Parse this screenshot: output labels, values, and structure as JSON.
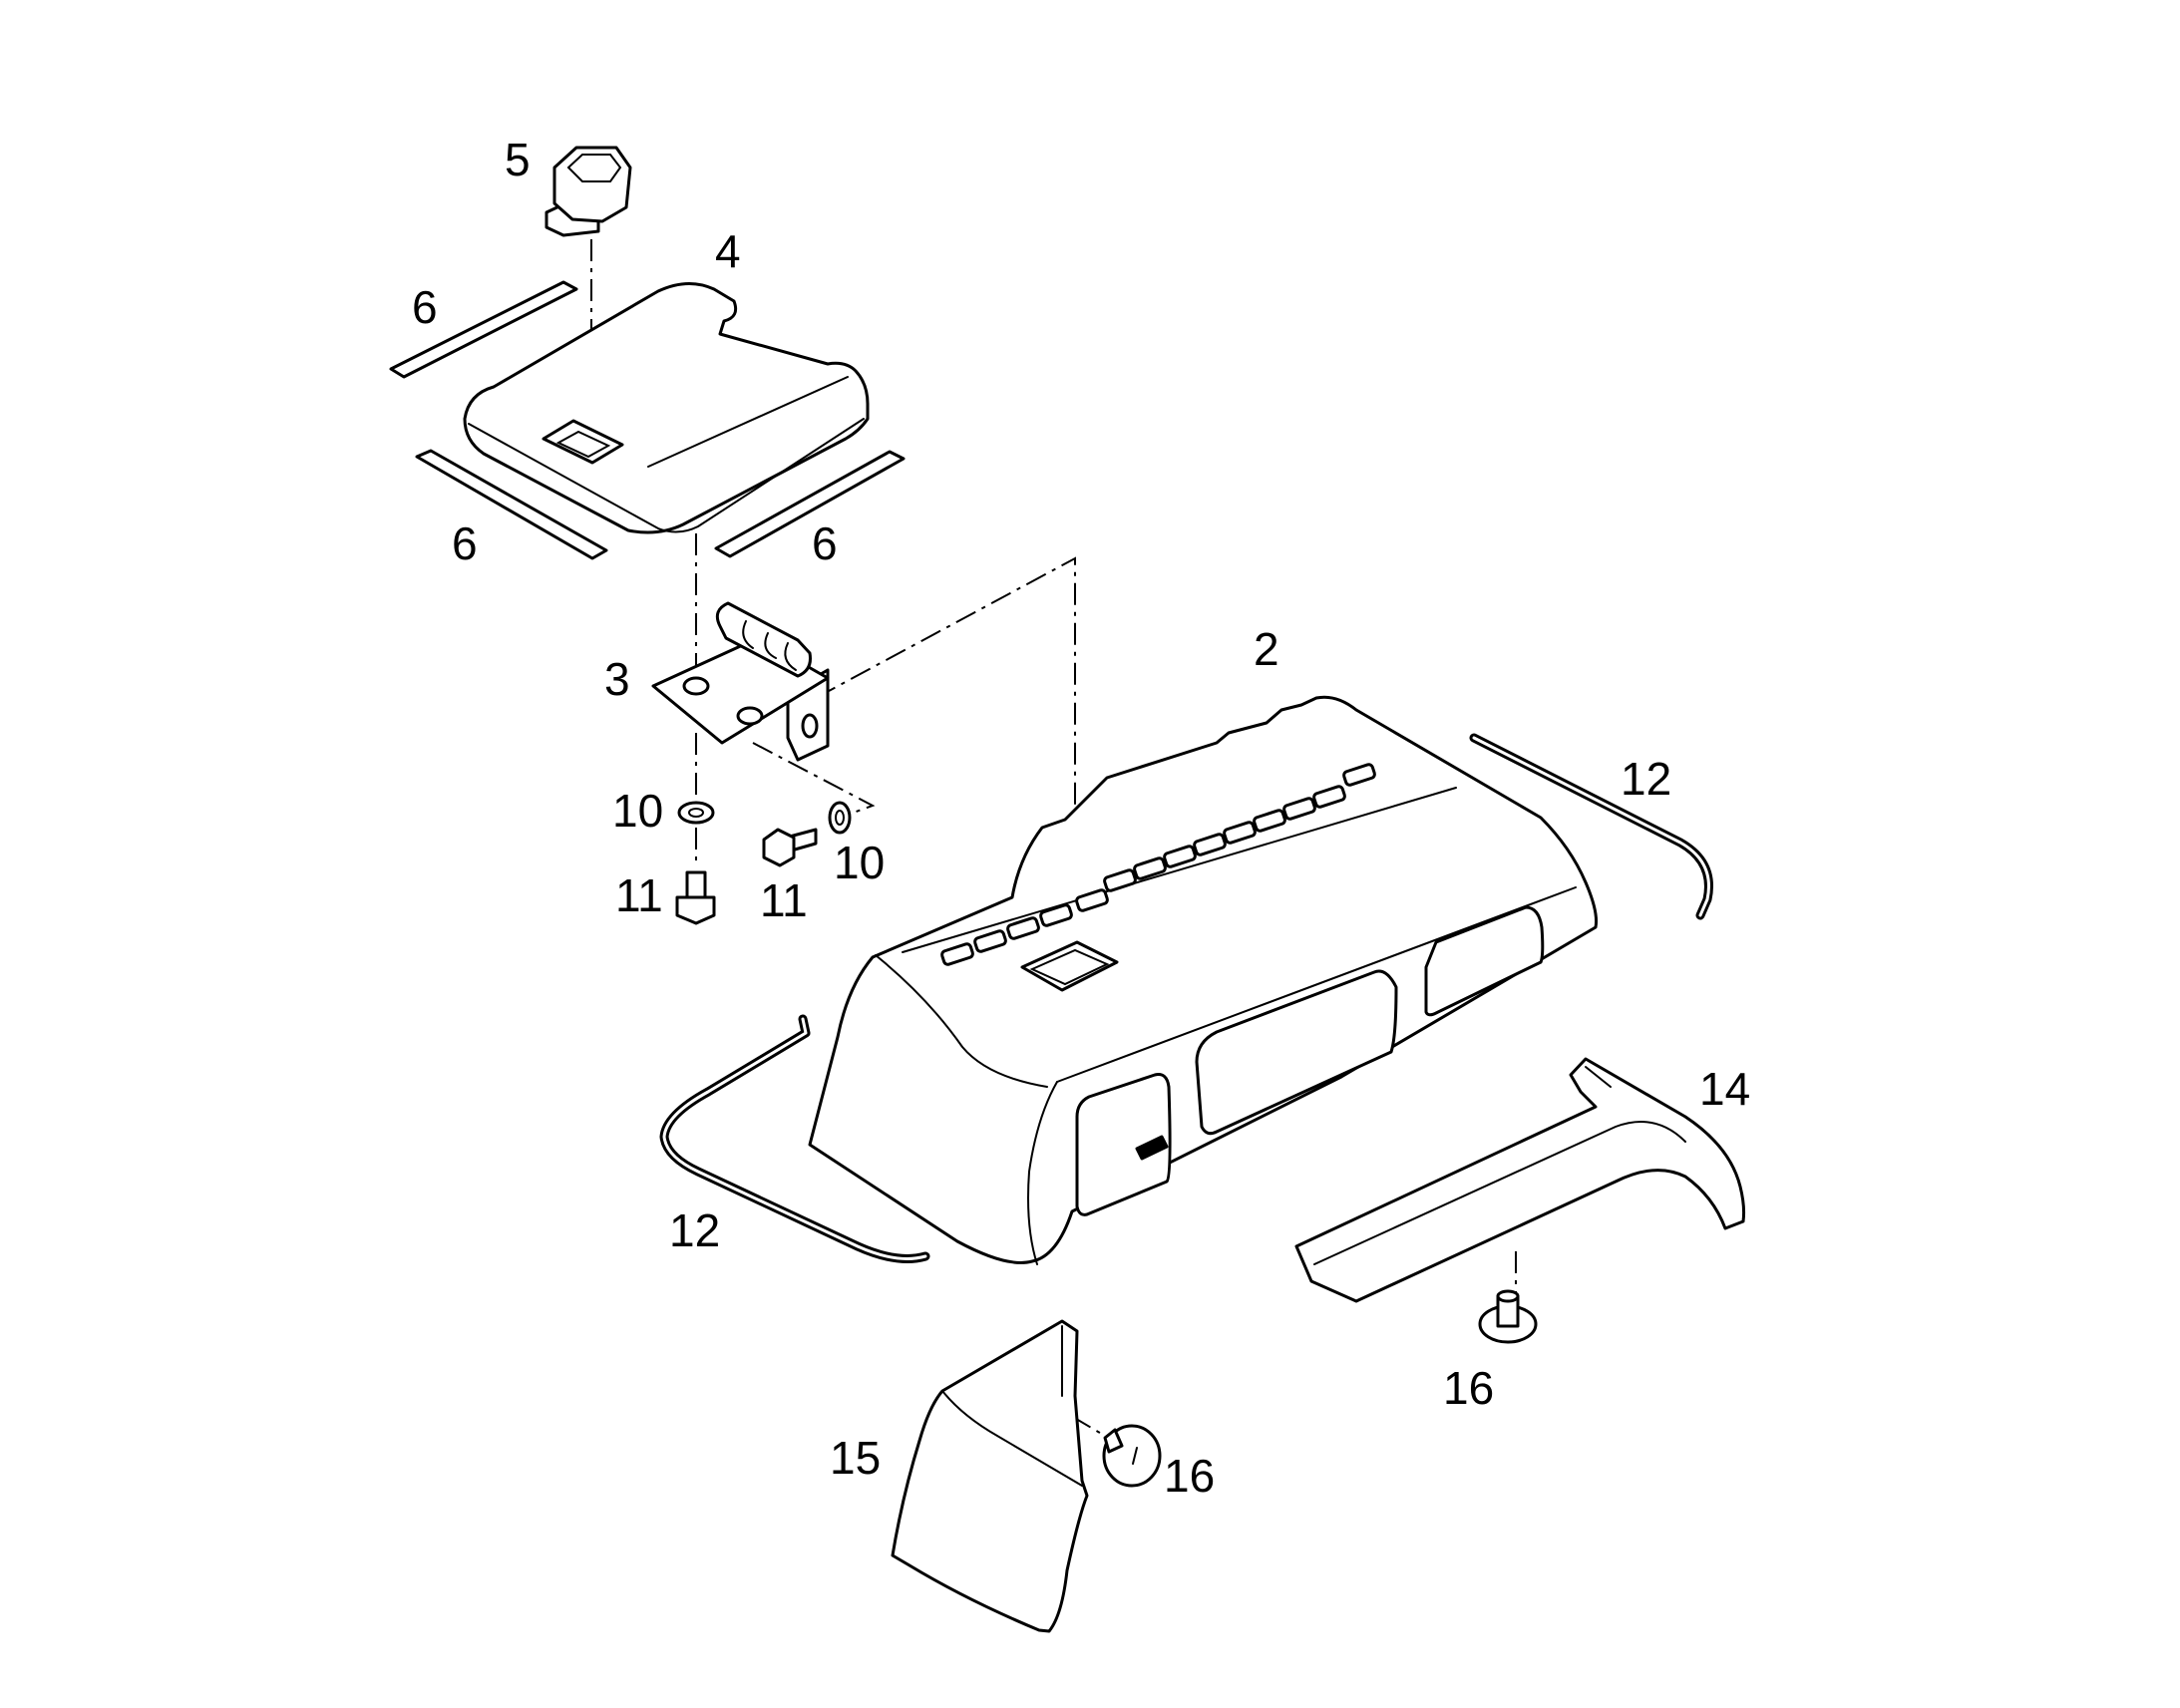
{
  "diagram": {
    "callouts": [
      {
        "id": "c-5",
        "label": "5"
      },
      {
        "id": "c-4",
        "label": "4"
      },
      {
        "id": "c-6a",
        "label": "6"
      },
      {
        "id": "c-6b",
        "label": "6"
      },
      {
        "id": "c-6c",
        "label": "6"
      },
      {
        "id": "c-3",
        "label": "3"
      },
      {
        "id": "c-2",
        "label": "2"
      },
      {
        "id": "c-10a",
        "label": "10"
      },
      {
        "id": "c-10b",
        "label": "10"
      },
      {
        "id": "c-11a",
        "label": "11"
      },
      {
        "id": "c-11b",
        "label": "11"
      },
      {
        "id": "c-12a",
        "label": "12"
      },
      {
        "id": "c-12b",
        "label": "12"
      },
      {
        "id": "c-14",
        "label": "14"
      },
      {
        "id": "c-15",
        "label": "15"
      },
      {
        "id": "c-16a",
        "label": "16"
      },
      {
        "id": "c-16b",
        "label": "16"
      }
    ]
  },
  "colors": {
    "line": "#000000",
    "background": "#ffffff"
  }
}
